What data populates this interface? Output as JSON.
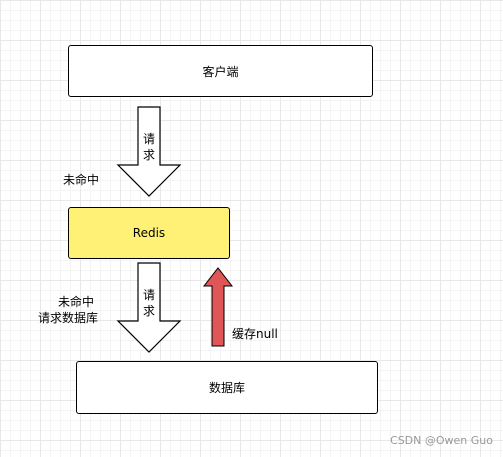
{
  "nodes": {
    "client": "客户端",
    "redis": "Redis",
    "database": "数据库"
  },
  "arrows": {
    "request1_chars": [
      "请",
      "求"
    ],
    "request2_chars": [
      "请",
      "求"
    ]
  },
  "labels": {
    "miss1": "未命中",
    "miss2_line1": "未命中",
    "miss2_line2": "请求数据库",
    "cache_null": "缓存null"
  },
  "colors": {
    "redis_fill": "#fff176",
    "return_arrow": "#e05555"
  },
  "watermark": "CSDN @Owen Guo"
}
